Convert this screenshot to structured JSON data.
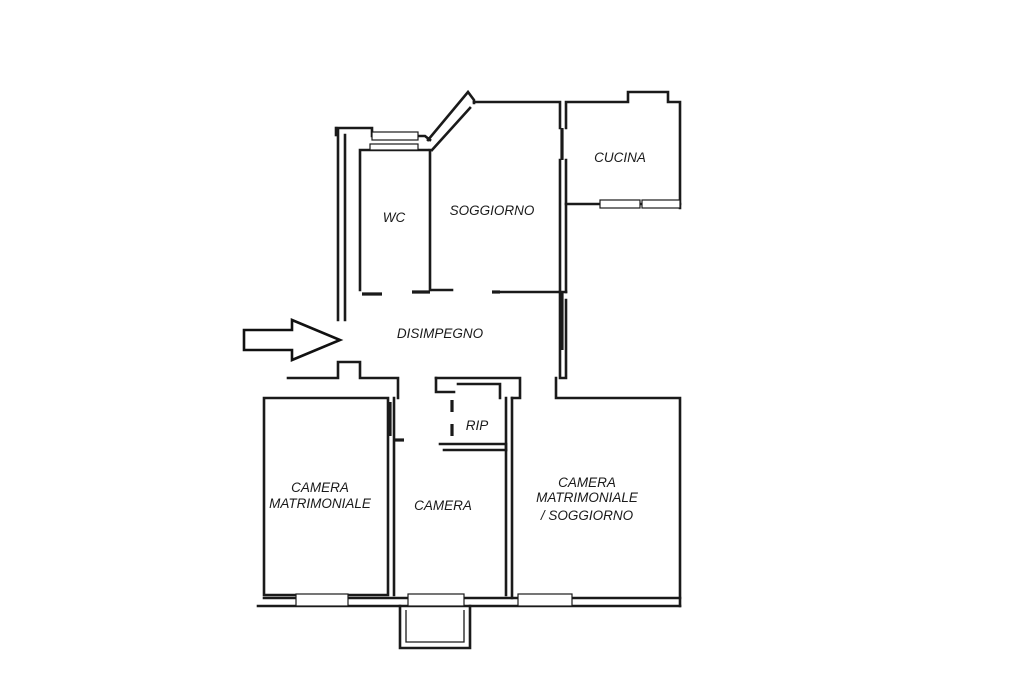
{
  "rooms": {
    "wc": "WC",
    "soggiorno": "SOGGIORNO",
    "cucina": "CUCINA",
    "disimpegno": "DISIMPEGNO",
    "rip": "RIP",
    "camera_matrimoniale_left_l1": "CAMERA",
    "camera_matrimoniale_left_l2": "MATRIMONIALE",
    "camera": "CAMERA",
    "camera_matrimoniale_right_l1": "CAMERA",
    "camera_matrimoniale_right_l2": "MATRIMONIALE",
    "camera_matrimoniale_right_l3": "/ SOGGIORNO"
  },
  "icons": {
    "entrance": "entrance-arrow-icon"
  },
  "colors": {
    "line": "#1a1a1a",
    "background": "#ffffff"
  }
}
